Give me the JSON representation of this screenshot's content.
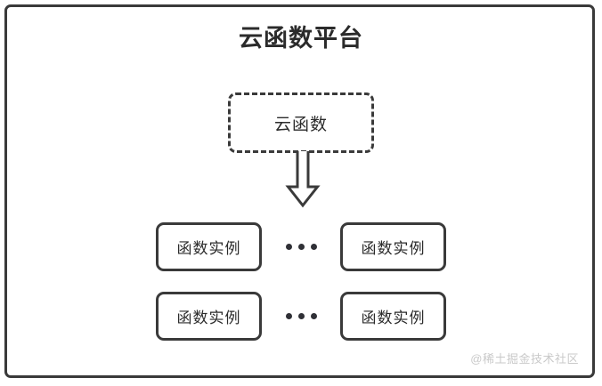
{
  "diagram": {
    "type": "architecture-diagram",
    "platform": {
      "title": "云函数平台",
      "function_node": {
        "label": "云函数",
        "border_style": "dashed"
      },
      "arrow": {
        "name": "down-block-arrow",
        "direction": "down"
      },
      "instance_rows": [
        {
          "left": {
            "label": "函数实例"
          },
          "separator": "…",
          "right": {
            "label": "函数实例"
          }
        },
        {
          "left": {
            "label": "函数实例"
          },
          "separator": "…",
          "right": {
            "label": "函数实例"
          }
        }
      ]
    },
    "watermark": "@稀土掘金技术社区",
    "colors": {
      "stroke": "#3a3a3a",
      "text": "#2b2b2b",
      "background": "#ffffff",
      "watermark": "#c9c9c9",
      "dot": "#2f3036"
    }
  }
}
